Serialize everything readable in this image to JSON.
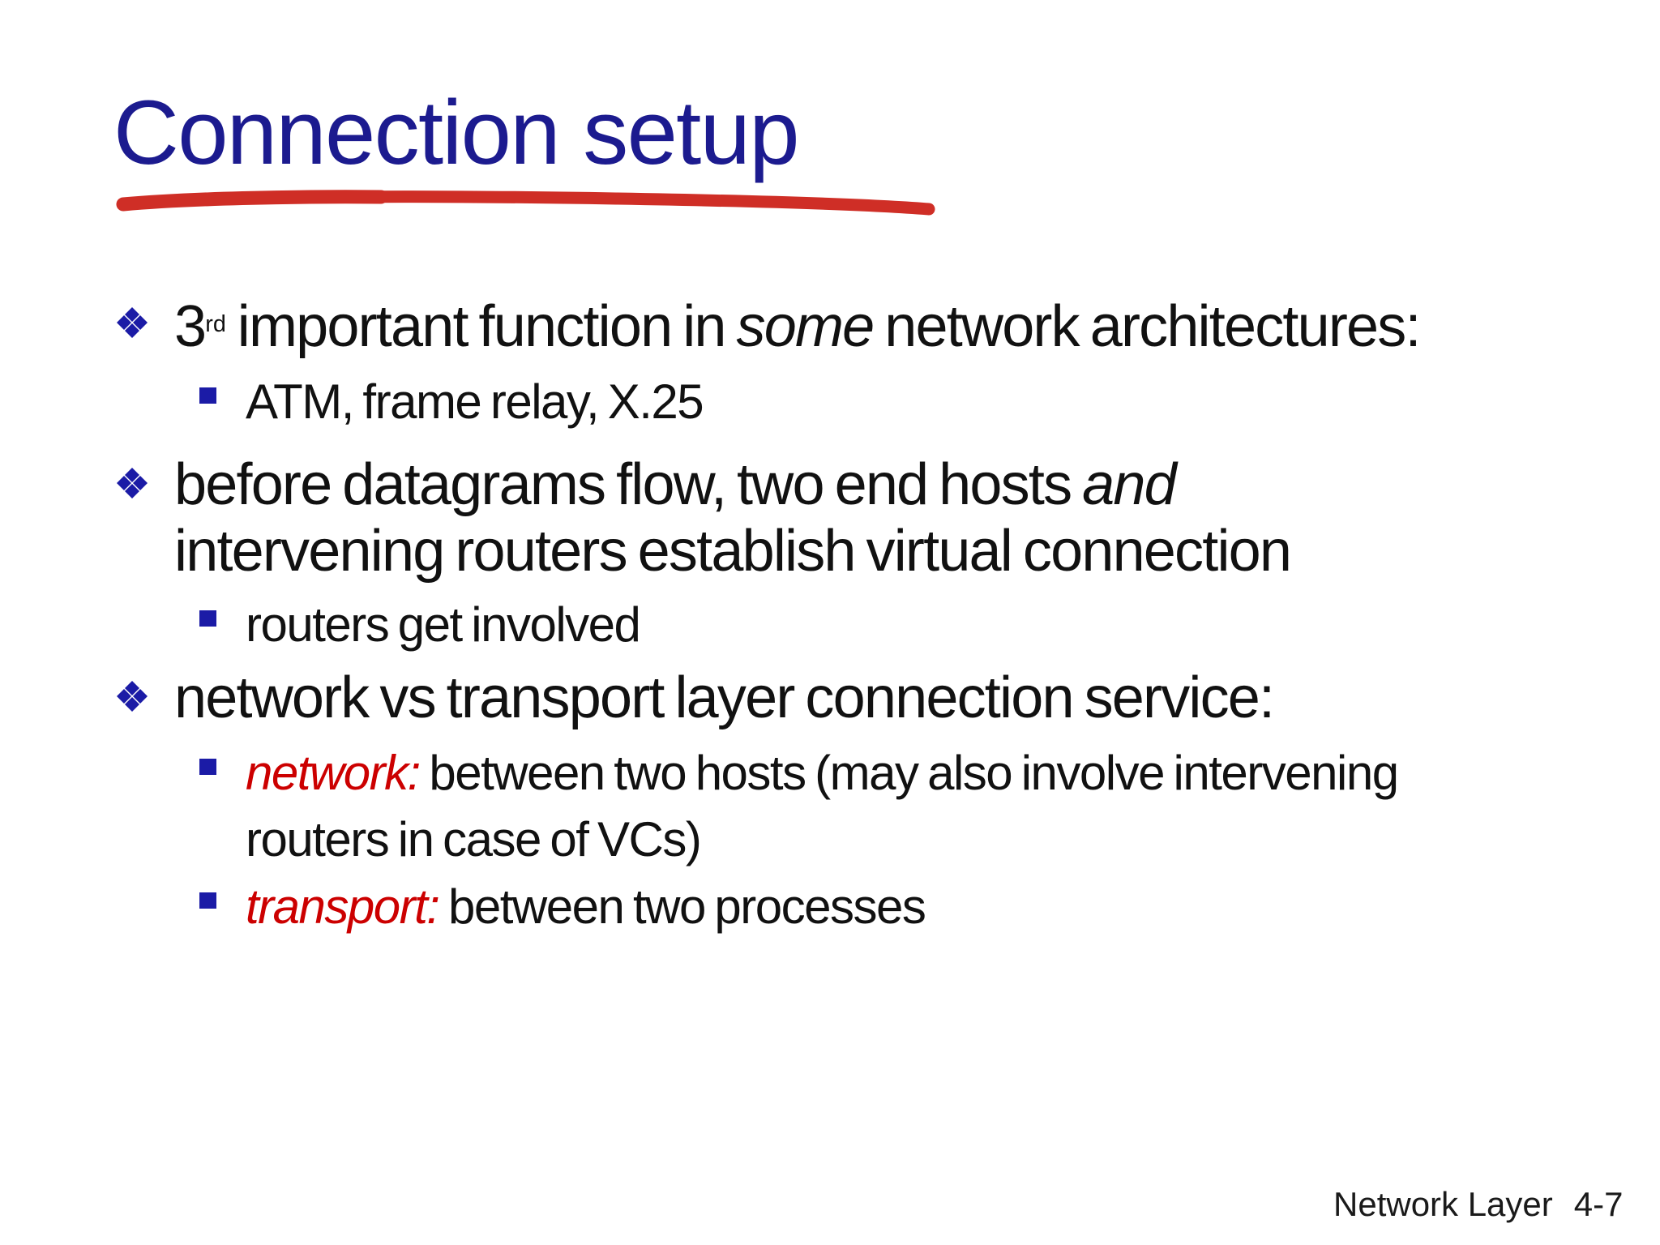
{
  "slide": {
    "title": "Connection setup",
    "colors": {
      "title_blue": "#1c1b8f",
      "bullet_blue": "#1b1ba6",
      "underline_red": "#cf2e26",
      "term_red": "#cc0000",
      "body_black": "#111111"
    },
    "lines": [
      {
        "kind": "main",
        "bullet": "four-diamond",
        "segments": [
          {
            "text": "3"
          },
          {
            "text": "rd",
            "style": "sup"
          },
          {
            "text": " important function in "
          },
          {
            "text": "some",
            "style": "italic"
          },
          {
            "text": " network architectures:"
          }
        ]
      },
      {
        "kind": "sub",
        "bullet": "square",
        "segments": [
          {
            "text": "ATM, frame relay, X.25"
          }
        ]
      },
      {
        "kind": "main",
        "bullet": "four-diamond",
        "segments": [
          {
            "text": "before datagrams flow, two end hosts "
          },
          {
            "text": "and",
            "style": "italic"
          }
        ]
      },
      {
        "kind": "main-continuation",
        "segments": [
          {
            "text": "intervening routers establish virtual connection"
          }
        ]
      },
      {
        "kind": "sub",
        "bullet": "square",
        "segments": [
          {
            "text": "routers get involved"
          }
        ]
      },
      {
        "kind": "main",
        "bullet": "four-diamond",
        "segments": [
          {
            "text": "network vs transport layer connection service:"
          }
        ]
      },
      {
        "kind": "sub",
        "bullet": "square",
        "segments": [
          {
            "text": "network:",
            "style": "red-italic"
          },
          {
            "text": " between two hosts (may also involve intervening"
          }
        ]
      },
      {
        "kind": "sub-continuation",
        "segments": [
          {
            "text": "routers in case of VCs)"
          }
        ]
      },
      {
        "kind": "sub",
        "bullet": "square",
        "segments": [
          {
            "text": "transport:",
            "style": "red-italic"
          },
          {
            "text": " between two processes"
          }
        ]
      }
    ],
    "footer": {
      "label": "Network Layer",
      "page": "4-7"
    }
  }
}
